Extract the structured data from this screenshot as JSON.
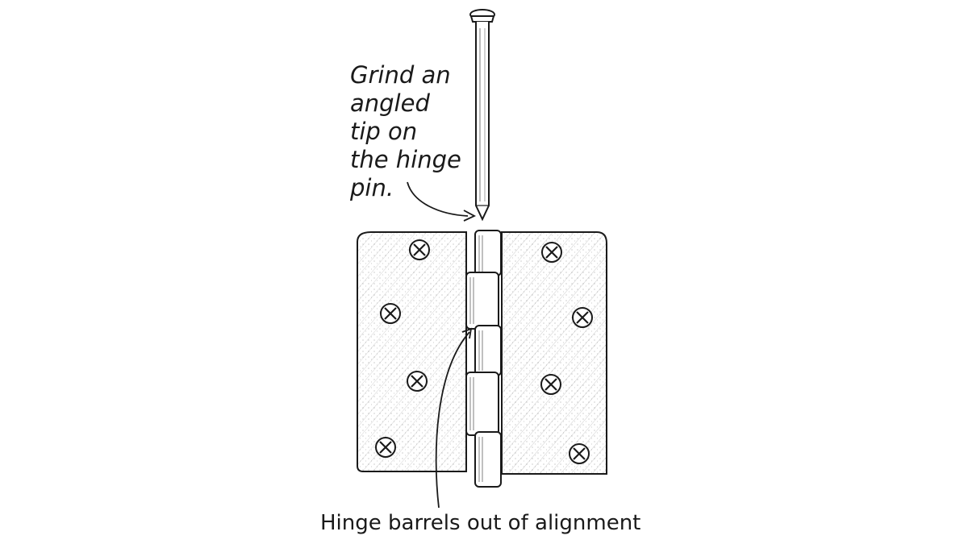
{
  "callouts": {
    "pin_tip_lines": [
      "Grind an",
      "angled",
      "tip on",
      "the hinge",
      "pin."
    ],
    "barrels": "Hinge barrels out of alignment"
  },
  "colors": {
    "ink": "#1a1a1a",
    "background": "#ffffff"
  }
}
